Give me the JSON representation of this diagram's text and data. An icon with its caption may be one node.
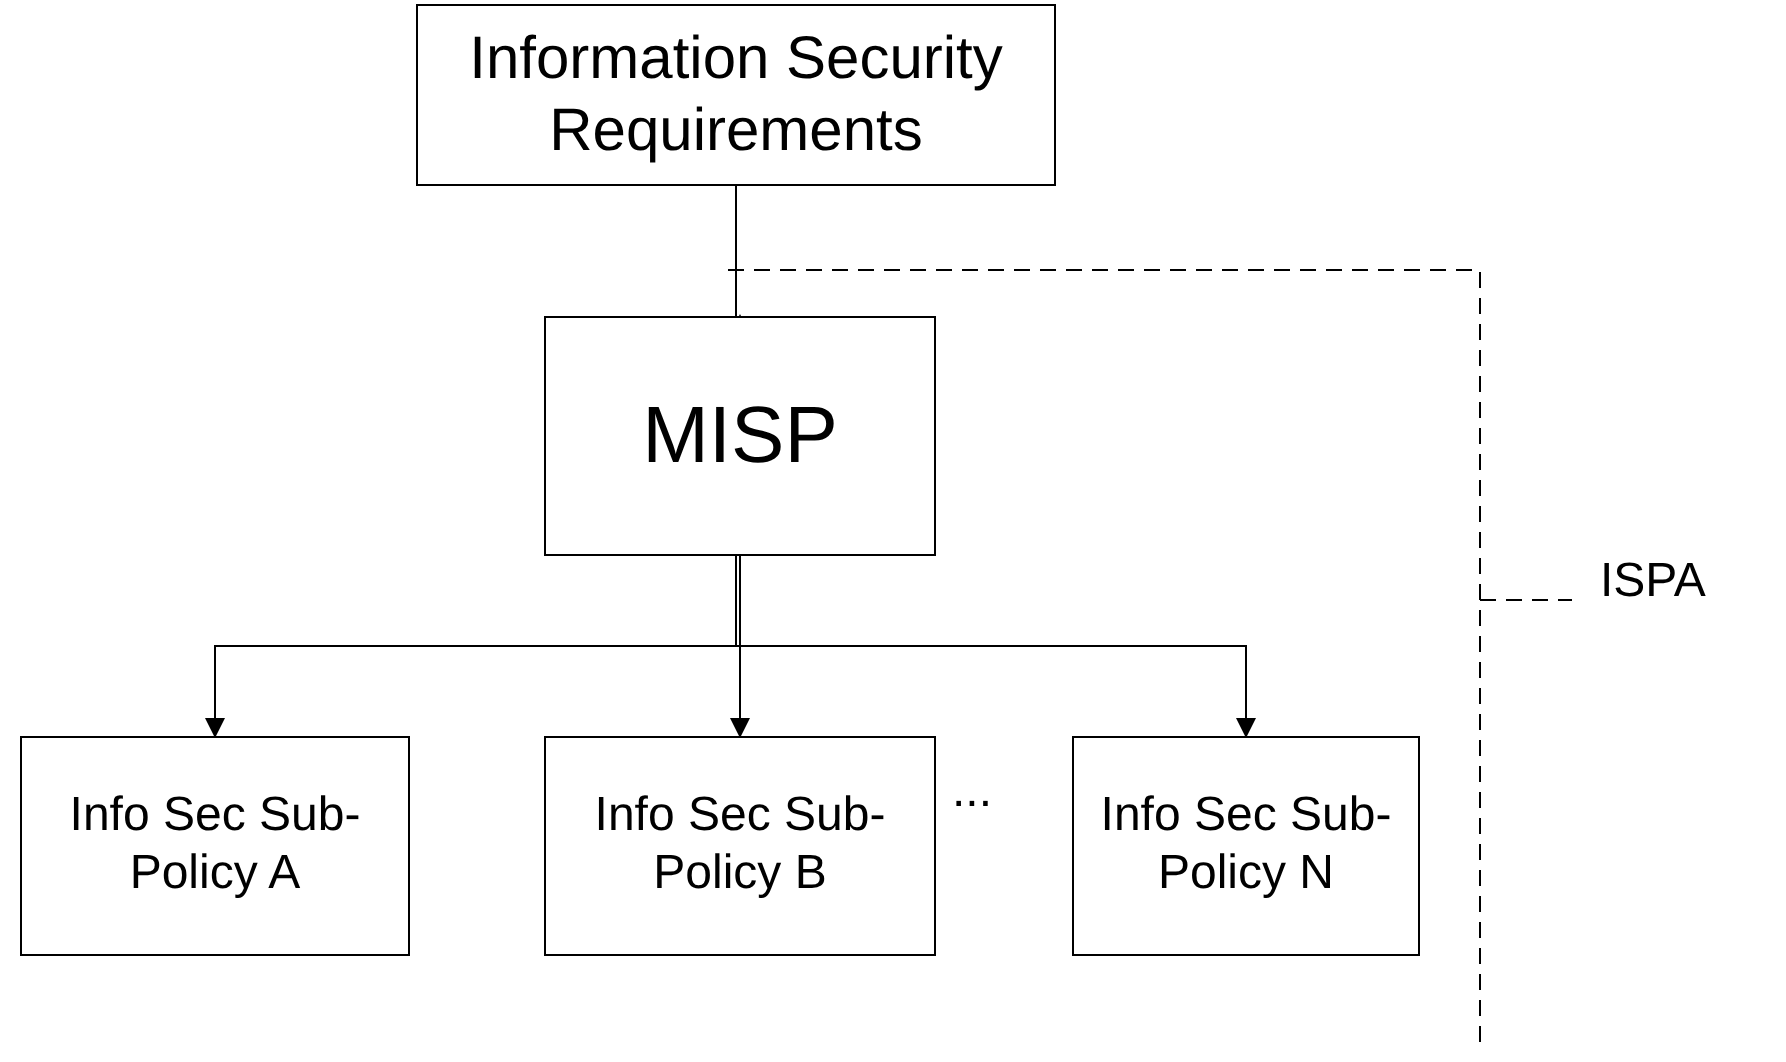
{
  "diagram": {
    "nodes": [
      {
        "text": [
          "Information Security Requirements"
        ]
      },
      {
        "text": [
          "MISP"
        ]
      },
      {
        "text": [
          "Info Sec Sub-Policy A"
        ]
      },
      {
        "text": [
          "Info Sec Sub-Policy B"
        ]
      },
      {
        "text": [
          "Info Sec Sub-Policy N"
        ]
      }
    ],
    "edges": [
      {
        "from": 0,
        "to": 1,
        "arrow": "to"
      },
      {
        "from": 1,
        "to": 2,
        "arrow": "to"
      },
      {
        "from": 1,
        "to": 3,
        "arrow": "to"
      },
      {
        "from": 1,
        "to": 4,
        "arrow": "to"
      }
    ],
    "labels": [
      "...",
      "ISPA"
    ]
  }
}
